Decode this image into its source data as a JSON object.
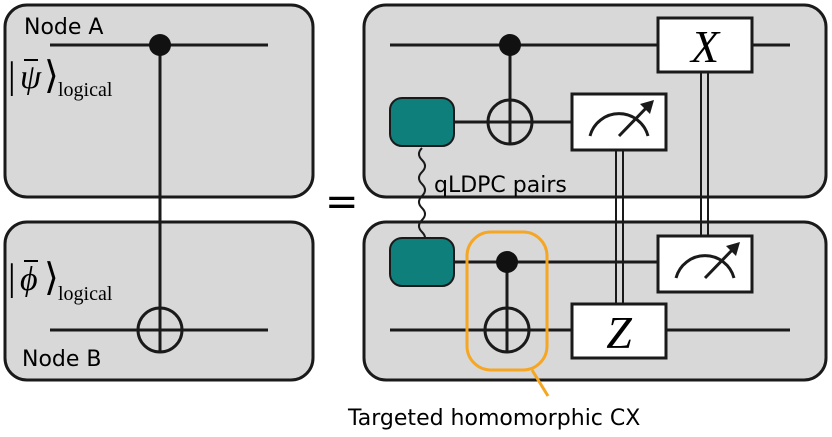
{
  "left_circuit": {
    "node_a_label": "Node A",
    "node_b_label": "Node B",
    "psi_symbol": "ψ",
    "phi_symbol": "ϕ",
    "subscript": "logical",
    "gate": "CX"
  },
  "equals_sign": "=",
  "right_circuit": {
    "pairs_label": "qLDPC pairs",
    "x_gate": "X",
    "z_gate": "Z",
    "highlight_label": "Targeted homomorphic CX"
  },
  "colors": {
    "node_fill": "#d8d8d8",
    "resource_state": "#0f7f7c",
    "highlight": "#f5a623",
    "wire": "#1a1a1a"
  }
}
